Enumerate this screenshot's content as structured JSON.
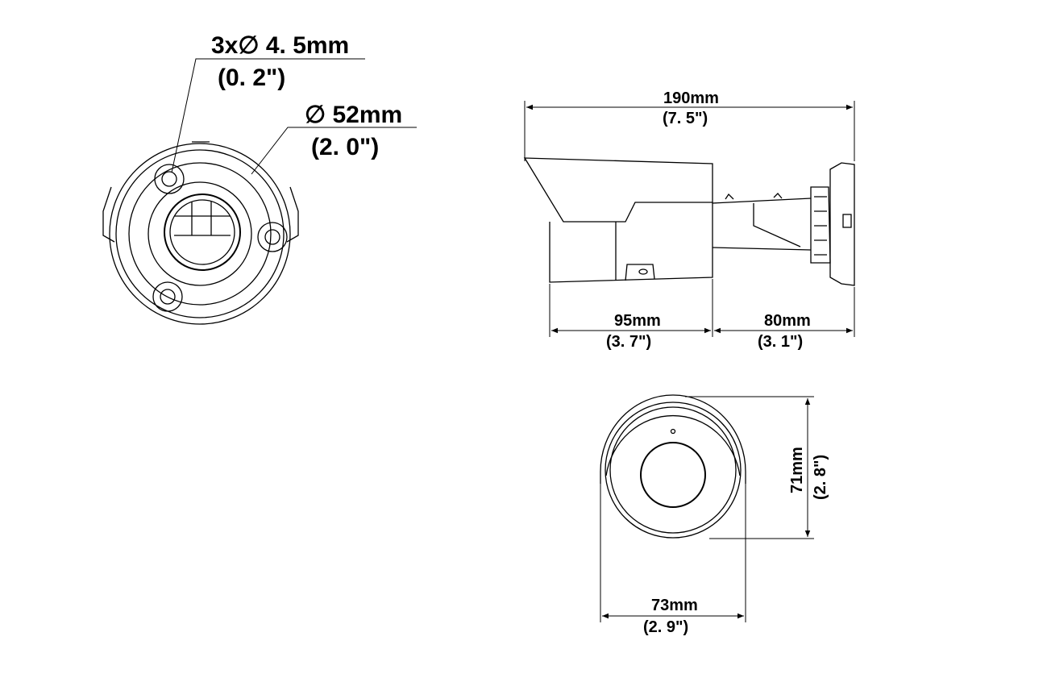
{
  "mount_view": {
    "hole_callout": {
      "value": "3x∅ 4. 5mm",
      "inches": "(0. 2\")"
    },
    "diameter_callout": {
      "value": "∅ 52mm",
      "inches": "(2. 0\")"
    }
  },
  "side_view": {
    "overall_length": {
      "value": "190mm",
      "inches": "(7. 5\")"
    },
    "body_length": {
      "value": "95mm",
      "inches": "(3. 7\")"
    },
    "bracket_length": {
      "value": "80mm",
      "inches": "(3. 1\")"
    }
  },
  "front_view": {
    "height": {
      "value": "71mm",
      "inches": "(2. 8\")"
    },
    "width": {
      "value": "73mm",
      "inches": "(2. 9\")"
    }
  }
}
